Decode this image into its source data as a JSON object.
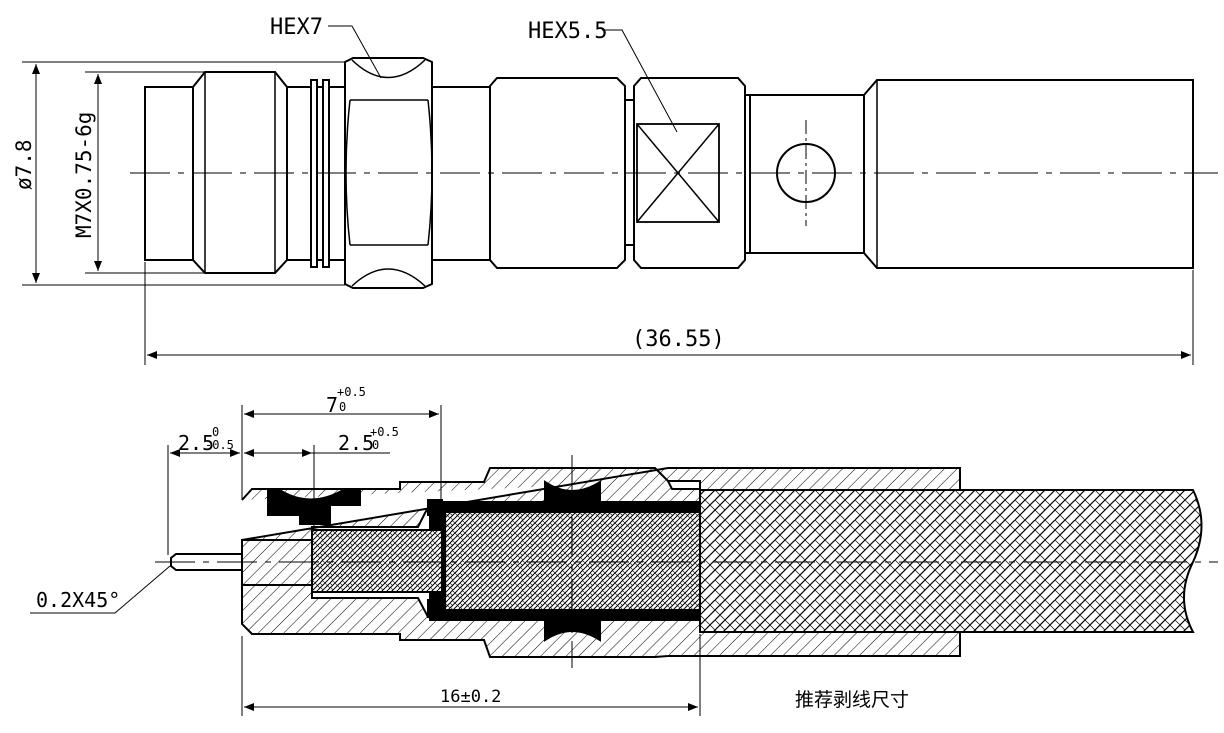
{
  "top_view": {
    "hex7_label": "HEX7",
    "hex55_label": "HEX5.5",
    "diameter_label": "ø7.8",
    "thread_label": "M7X0.75-6g",
    "length_label": "(36.55)"
  },
  "section_view": {
    "dim_7": "7",
    "dim_7_tol": "+0.5",
    "dim_7_tol_low": "0",
    "dim_25_left": "2.5",
    "dim_25_left_tol_up": "0",
    "dim_25_left_tol_low": "-0.5",
    "dim_25_right": "2.5",
    "dim_25_right_tol_up": "+0.5",
    "dim_25_right_tol_low": "0",
    "chamfer_label": "0.2X45°",
    "strip_length_label": "16±0.2",
    "note": "推荐剥线尺寸"
  }
}
